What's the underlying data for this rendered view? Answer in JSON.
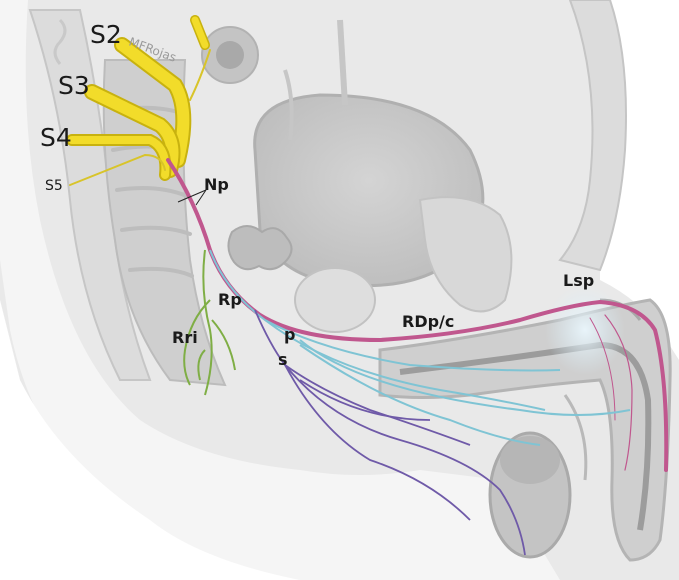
{
  "labels": {
    "s2": "S2",
    "s3": "S3",
    "s4": "S4",
    "s5": "S5",
    "np": "Np",
    "rp": "Rp",
    "rri": "Rri",
    "p": "p",
    "s": "s",
    "rdpc": "RDp/c",
    "lsp": "Lsp"
  },
  "watermark": "MFRojas",
  "colors": {
    "background": "#ffffff",
    "body_fill": "#e9e9e9",
    "organ_fill": "#d6d6d6",
    "organ_dark": "#b9b9b9",
    "outline": "#bdbdbd",
    "sacral_nerve": "#f2dc2a",
    "sacral_nerve_edge": "#c8b20f",
    "pudendal_magenta": "#c0578e",
    "pelvic_green": "#7fae45",
    "cavernous_cyan": "#7fc4d4",
    "perineal_purple": "#6f5aa8",
    "glow_blue": "#d9eef8"
  }
}
